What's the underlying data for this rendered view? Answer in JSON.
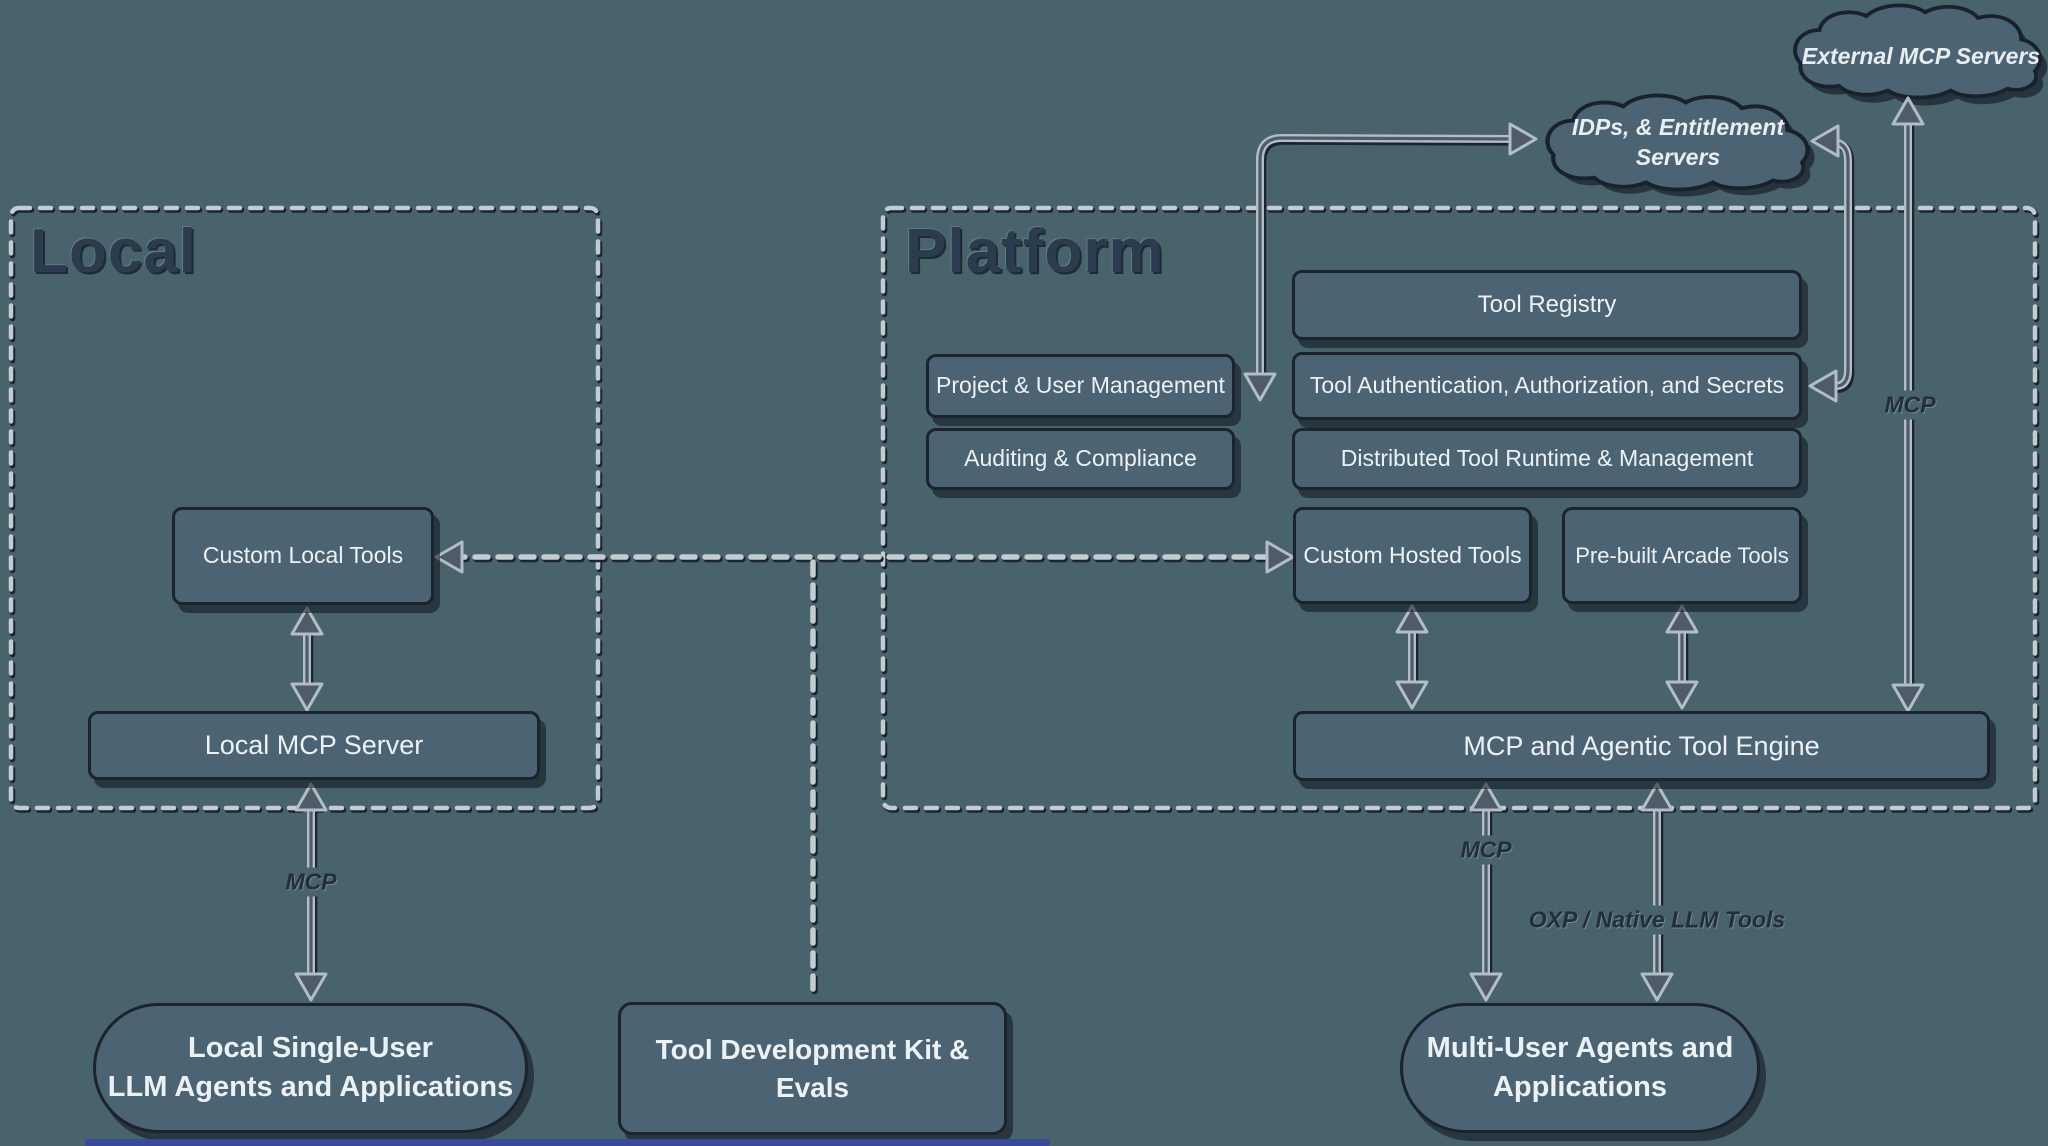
{
  "colors": {
    "background": "#48636C",
    "node_fill": "#4C6374",
    "node_border": "#1A232E",
    "node_text": "#ECF1F4",
    "container_title": "#2B3C4E",
    "dash_light": "#C3CCD2",
    "arrow_outline": "#B2BDC6",
    "arrow_core": "#4F5B68",
    "edge_label_text": "#222E3C",
    "bottom_bar": "#3A4A9B"
  },
  "containers": {
    "local": {
      "title": "Local"
    },
    "platform": {
      "title": "Platform"
    }
  },
  "clouds": {
    "external": {
      "label": "External MCP Servers"
    },
    "idps": {
      "line1": "IDPs, & Entitlement",
      "line2": "Servers"
    }
  },
  "boxes": {
    "tool_registry": "Tool Registry",
    "tool_auth": "Tool Authentication, Authorization, and Secrets",
    "distributed_runtime": "Distributed Tool Runtime & Management",
    "project_user": "Project & User Management",
    "auditing": "Auditing & Compliance",
    "custom_hosted": "Custom Hosted Tools",
    "prebuilt_arcade": "Pre-built Arcade Tools",
    "engine": "MCP and Agentic Tool Engine",
    "custom_local": "Custom Local Tools",
    "local_mcp": "Local MCP Server",
    "tool_dev": "Tool Development Kit & Evals",
    "local_pill_line1": "Local Single-User",
    "local_pill_line2": "LLM Agents and Applications",
    "multi_pill_line1": "Multi-User Agents and",
    "multi_pill_line2": "Applications"
  },
  "edge_labels": {
    "local_mcp": "MCP",
    "engine_mcp": "MCP",
    "external_mcp": "MCP",
    "oxp": "OXP / Native LLM Tools"
  }
}
